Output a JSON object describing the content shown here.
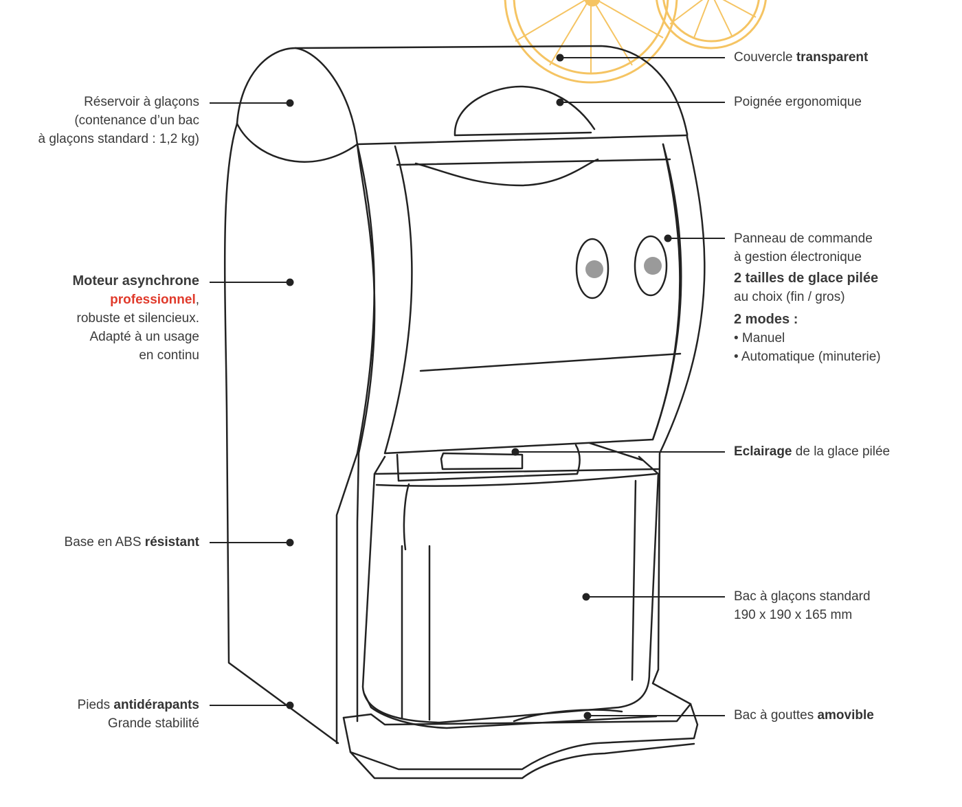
{
  "labels": {
    "couvercle": {
      "prefix": "Couvercle ",
      "bold": "transparent"
    },
    "poignee": {
      "text": "Poignée ergonomique"
    },
    "reservoir": {
      "line1": "Réservoir à glaçons",
      "line2": "(contenance d’un bac",
      "line3": "à glaçons standard : 1,2 kg)"
    },
    "moteur": {
      "bold": "Moteur asynchrone",
      "accent": "professionnel",
      "accent_suffix": ",",
      "line3": "robuste et silencieux.",
      "line4": "Adapté à un usage",
      "line5": "en continu"
    },
    "panneau": {
      "line1": "Panneau de commande",
      "line2": "à gestion électronique",
      "sizes_bold": "2 tailles de glace pilée",
      "sizes_sub": "au choix (fin / gros)",
      "modes_bold": "2 modes :",
      "mode1": "• Manuel",
      "mode2": "• Automatique (minuterie)"
    },
    "eclairage": {
      "bold": "Eclairage",
      "suffix": " de la glace pilée"
    },
    "base": {
      "prefix": "Base en ABS ",
      "bold": "résistant"
    },
    "bac_glacons": {
      "line1": "Bac à glaçons standard",
      "line2": "190 x 190 x 165 mm"
    },
    "pieds": {
      "prefix": "Pieds ",
      "bold": "antidérapants",
      "line2": "Grande stabilité"
    },
    "bac_gouttes": {
      "prefix": "Bac à gouttes ",
      "bold": "amovible"
    }
  },
  "colors": {
    "accent": "#e03a2b",
    "decor": "#f5c463",
    "outline": "#222222",
    "leader": "#222222"
  },
  "icons": {
    "decor": "citrus-slice-icon"
  }
}
